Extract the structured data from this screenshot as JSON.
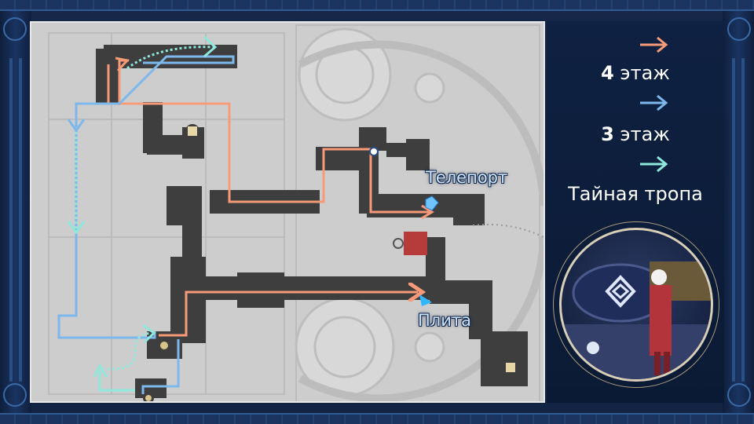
{
  "map": {
    "teleport_label": "Телепорт",
    "plate_label": "Плита"
  },
  "legend": {
    "floor4": {
      "number": "4",
      "word": "этаж",
      "color": "#f79a78"
    },
    "floor3": {
      "number": "3",
      "word": "этаж",
      "color": "#7db8ec"
    },
    "secret": {
      "label": "Тайная тропа",
      "color": "#8ee8dc"
    }
  },
  "colors": {
    "frame": "#16284a",
    "map_background": "#c9c9c9",
    "corridor": "#3d3d3d",
    "route_floor4": "#f79a78",
    "route_floor3": "#7db8ec",
    "route_secret": "#8ee8dc"
  },
  "icons": [
    "teleport-icon",
    "plate-icon",
    "puzzle-icon",
    "chest-icon",
    "character-portrait-icon"
  ]
}
